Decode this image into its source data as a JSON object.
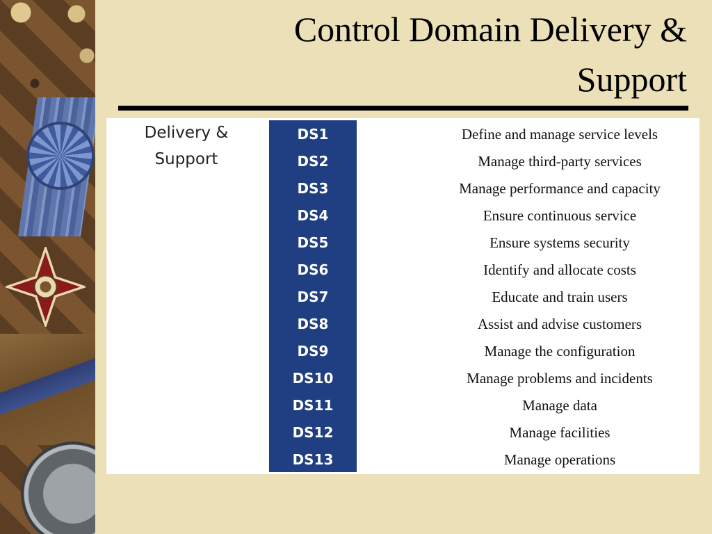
{
  "slide": {
    "title_line1": "Control Domain Delivery &",
    "title_line2": "Support"
  },
  "domain": {
    "heading_line1": "Delivery &",
    "heading_line2": "Support",
    "processes": [
      {
        "code": "DS1",
        "name": "Define and manage service levels"
      },
      {
        "code": "DS2",
        "name": "Manage third-party services"
      },
      {
        "code": "DS3",
        "name": "Manage performance and capacity"
      },
      {
        "code": "DS4",
        "name": "Ensure continuous service"
      },
      {
        "code": "DS5",
        "name": "Ensure systems security"
      },
      {
        "code": "DS6",
        "name": "Identify and allocate costs"
      },
      {
        "code": "DS7",
        "name": "Educate and train users"
      },
      {
        "code": "DS8",
        "name": "Assist and advise customers"
      },
      {
        "code": "DS9",
        "name": "Manage the configuration"
      },
      {
        "code": "DS10",
        "name": "Manage problems and incidents"
      },
      {
        "code": "DS11",
        "name": "Manage data"
      },
      {
        "code": "DS12",
        "name": "Manage facilities"
      },
      {
        "code": "DS13",
        "name": "Manage operations"
      }
    ]
  },
  "colors": {
    "background": "#ebe0b8",
    "code_column": "#1f3f82",
    "panel": "#ffffff"
  },
  "icons": [
    "medal-ribbon-image",
    "cross-medal-image",
    "compass-image"
  ]
}
